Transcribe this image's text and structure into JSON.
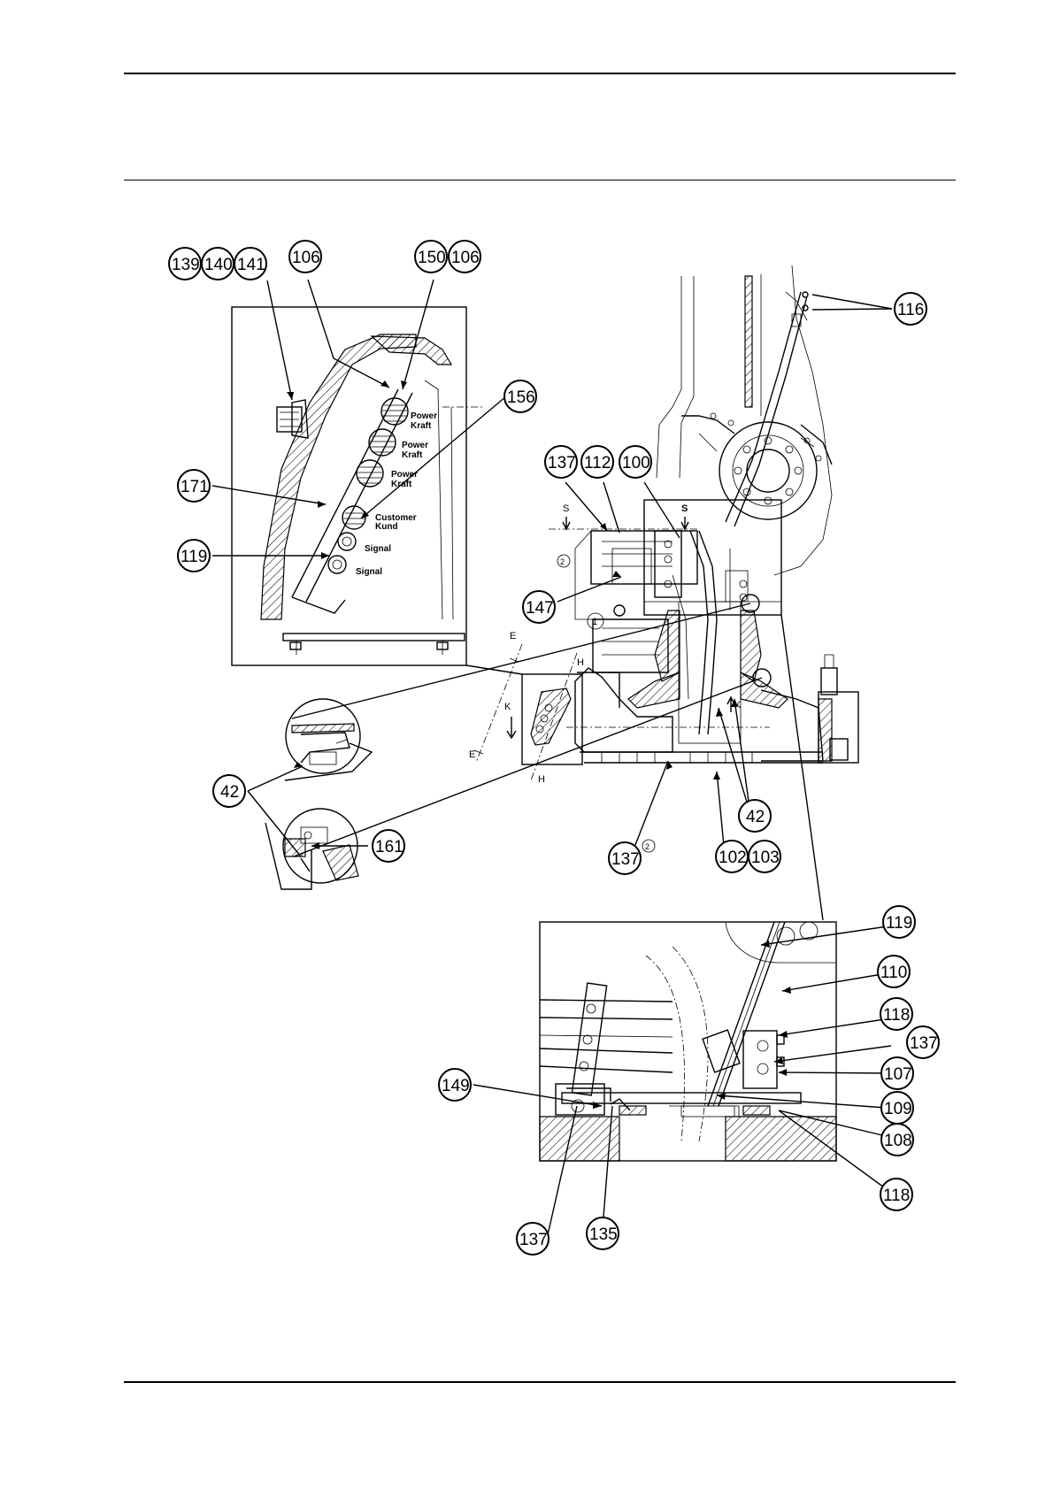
{
  "connector_labels": {
    "power_1": [
      "Power",
      "Kraft"
    ],
    "power_2": [
      "Power",
      "Kraft"
    ],
    "power_3": [
      "Power",
      "Kraft"
    ],
    "customer": [
      "Customer",
      "Kund"
    ],
    "signal_1": "Signal",
    "signal_2": "Signal"
  },
  "section_marks": {
    "s": "S",
    "e": "E",
    "h": "H",
    "k": "K",
    "circle_1": "1",
    "circle_2": "2"
  },
  "callouts": [
    {
      "id": "c139",
      "label": "139"
    },
    {
      "id": "c140",
      "label": "140"
    },
    {
      "id": "c141",
      "label": "141"
    },
    {
      "id": "c106a",
      "label": "106"
    },
    {
      "id": "c150",
      "label": "150"
    },
    {
      "id": "c106b",
      "label": "106"
    },
    {
      "id": "c156",
      "label": "156"
    },
    {
      "id": "c171",
      "label": "171"
    },
    {
      "id": "c119a",
      "label": "119"
    },
    {
      "id": "c116",
      "label": "116"
    },
    {
      "id": "c137a",
      "label": "137"
    },
    {
      "id": "c112",
      "label": "112"
    },
    {
      "id": "c100",
      "label": "100"
    },
    {
      "id": "c147",
      "label": "147"
    },
    {
      "id": "c42a",
      "label": "42"
    },
    {
      "id": "c161",
      "label": "161"
    },
    {
      "id": "c42b",
      "label": "42"
    },
    {
      "id": "c137b",
      "label": "137"
    },
    {
      "id": "c102",
      "label": "102"
    },
    {
      "id": "c103",
      "label": "103"
    },
    {
      "id": "c119b",
      "label": "119"
    },
    {
      "id": "c110",
      "label": "110"
    },
    {
      "id": "c118a",
      "label": "118"
    },
    {
      "id": "c137c",
      "label": "137"
    },
    {
      "id": "c107",
      "label": "107"
    },
    {
      "id": "c149",
      "label": "149"
    },
    {
      "id": "c109",
      "label": "109"
    },
    {
      "id": "c108",
      "label": "108"
    },
    {
      "id": "c118b",
      "label": "118"
    },
    {
      "id": "c137d",
      "label": "137"
    },
    {
      "id": "c135",
      "label": "135"
    }
  ]
}
